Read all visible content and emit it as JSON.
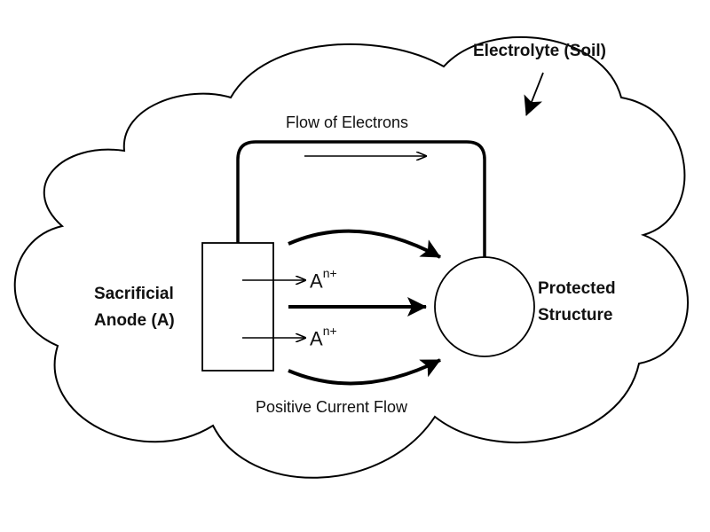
{
  "labels": {
    "electrolyte": "Electrolyte (Soil)",
    "flow_of_electrons": "Flow of Electrons",
    "anode_line1": "Sacrificial",
    "anode_line2": "Anode (A)",
    "structure_line1": "Protected",
    "structure_line2": "Structure",
    "positive_current": "Positive Current Flow"
  },
  "ions": [
    {
      "base": "A",
      "superscript": "n+"
    },
    {
      "base": "A",
      "superscript": "n+"
    }
  ],
  "colors": {
    "stroke": "#000000",
    "background": "#ffffff",
    "cloud_fill": "#ffffff"
  }
}
